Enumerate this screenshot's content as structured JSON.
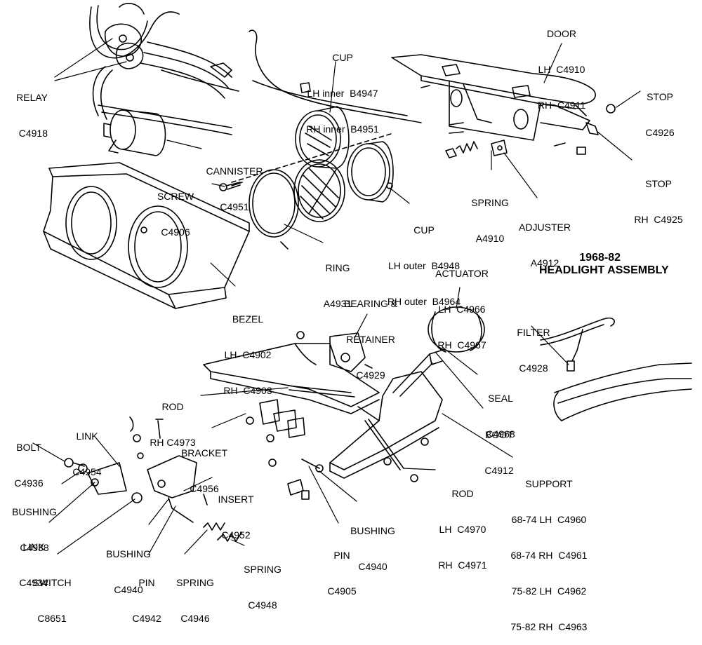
{
  "title": {
    "line1": "1968-82",
    "line2": "HEADLIGHT ASSEMBLY"
  },
  "labels": {
    "relay": [
      "RELAY",
      "C4918"
    ],
    "cup_inner": [
      "CUP",
      "LH inner  B4947",
      "RH inner  B4951"
    ],
    "door": [
      "DOOR",
      "LH  C4910",
      "RH  C4911"
    ],
    "stop_top": [
      "STOP",
      "C4926"
    ],
    "cannister": [
      "CANNISTER",
      "C4951"
    ],
    "screw": [
      "SCREW",
      "C4906"
    ],
    "stop_rh": [
      "STOP",
      "RH  C4925"
    ],
    "spring_a": [
      "SPRING",
      "A4910"
    ],
    "adjuster": [
      "ADJUSTER",
      "A4912"
    ],
    "cup_outer": [
      "CUP",
      "LH outer  B4948",
      "RH outer  B4964"
    ],
    "ring": [
      "RING",
      "A4931"
    ],
    "actuator": [
      "ACTUATOR",
      "LH  C4966",
      "RH  C4967"
    ],
    "bearing": [
      "BEARING &",
      "RETAINER",
      "C4929"
    ],
    "bezel": [
      "BEZEL",
      "LH  C4902",
      "RH  C4903"
    ],
    "filter": [
      "FILTER",
      "C4928"
    ],
    "rod_top": [
      "ROD",
      "RH C4973"
    ],
    "seal": [
      "SEAL",
      "C4968"
    ],
    "boot": [
      "BOOT",
      "C4912"
    ],
    "link_top": [
      "LINK",
      "C4954"
    ],
    "bracket": [
      "BRACKET",
      "C4956"
    ],
    "bolt": [
      "BOLT",
      "C4936"
    ],
    "support": [
      "SUPPORT",
      "68-74 LH  C4960",
      "68-74 RH  C4961",
      "75-82 LH  C4962",
      "75-82 RH  C4963"
    ],
    "rod_lower": [
      "ROD",
      "LH  C4970",
      "RH  C4971"
    ],
    "insert": [
      "INSERT",
      "C4952"
    ],
    "bushing_left": [
      "BUSHING",
      "C4938"
    ],
    "bushing_mid": [
      "BUSHING",
      "C4940"
    ],
    "link_lower": [
      "LINK",
      "C4934"
    ],
    "bushing_low": [
      "BUSHING",
      "C4940"
    ],
    "pin_mid": [
      "PIN",
      "C4905"
    ],
    "switch": [
      "SWITCH",
      "C8651"
    ],
    "pin_low": [
      "PIN",
      "C4942"
    ],
    "spring_low": [
      "SPRING",
      "C4946"
    ],
    "spring_right": [
      "SPRING",
      "C4948"
    ]
  }
}
